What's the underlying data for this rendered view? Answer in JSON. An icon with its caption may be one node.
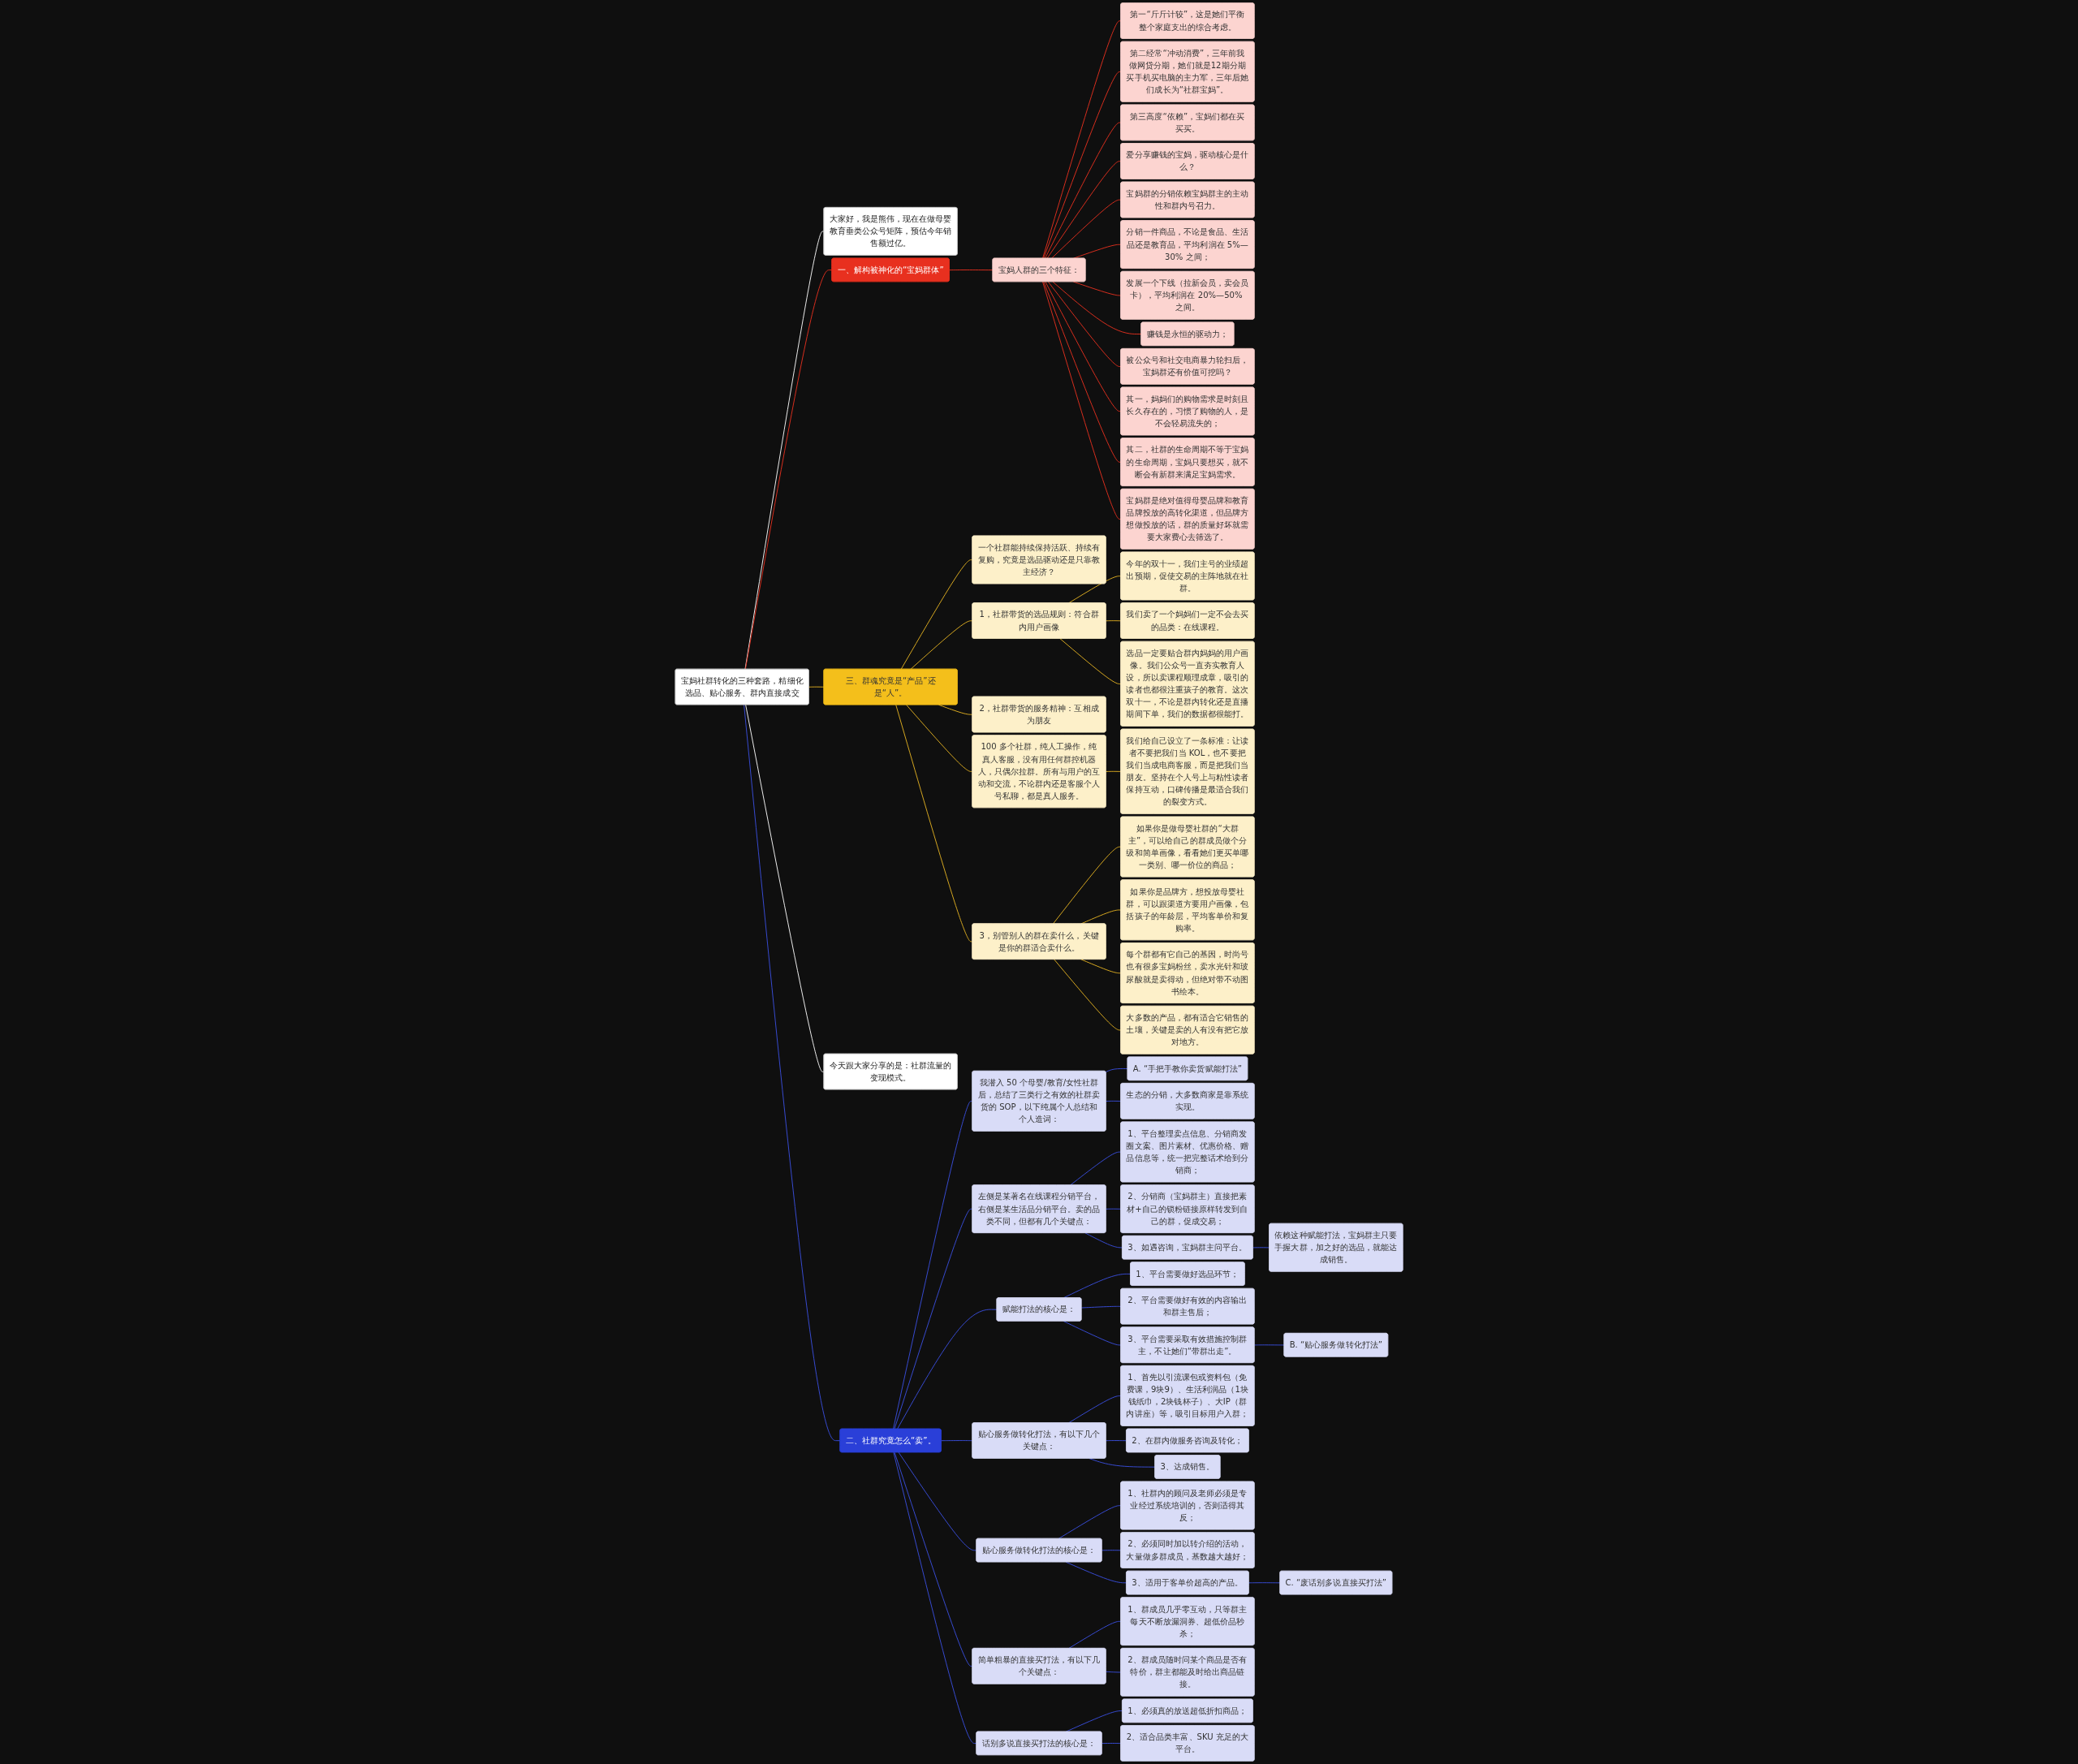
{
  "diagram": {
    "nodes": [
      {
        "text": [
          "宝妈社群转化的三种套路，精细化选品、贴心服务、群内直接成交"
        ]
      },
      {
        "text": [
          "大家好，我是熊伟，现在在做母婴教育垂类公众号矩阵，预估今年销售额过亿。"
        ]
      },
      {
        "text": [
          "一、解构被神化的“宝妈群体”"
        ]
      },
      {
        "text": [
          "宝妈人群的三个特征："
        ]
      },
      {
        "text": [
          "第一“斤斤计较”，这是她们平衡整个家庭支出的综合考虑。"
        ]
      },
      {
        "text": [
          "第二经常“冲动消费”，三年前我做网贷分期，她们就是12期分期买手机买电脑的主力军，三年后她们成长为“社群宝妈”。"
        ]
      },
      {
        "text": [
          "第三高度“依赖”，宝妈们都在买买买。"
        ]
      },
      {
        "text": [
          "爱分享赚钱的宝妈，驱动核心是什么？"
        ]
      },
      {
        "text": [
          "宝妈群的分销依赖宝妈群主的主动性和群内号召力。"
        ]
      },
      {
        "text": [
          "分销一件商品，不论是食品、生活品还是教育品，平均利润在 5%—30% 之间；"
        ]
      },
      {
        "text": [
          "发展一个下线（拉新会员，卖会员卡），平均利润在 20%—50% 之间。"
        ]
      },
      {
        "text": [
          "赚钱是永恒的驱动力；"
        ]
      },
      {
        "text": [
          "被公众号和社交电商暴力轮扫后，宝妈群还有价值可挖吗？"
        ]
      },
      {
        "text": [
          "其一，妈妈们的购物需求是时刻且长久存在的，习惯了购物的人，是不会轻易流失的；"
        ]
      },
      {
        "text": [
          "其二，社群的生命周期不等于宝妈的生命周期，宝妈只要想买，就不断会有新群来满足宝妈需求。"
        ]
      },
      {
        "text": [
          "宝妈群是绝对值得母婴品牌和教育品牌投放的高转化渠道，但品牌方想做投放的话，群的质量好坏就需要大家费心去筛选了。"
        ]
      },
      {
        "text": [
          "三、群魂究竟是“产品”还是“人”。"
        ]
      },
      {
        "text": [
          "一个社群能持续保持活跃、持续有复购，究竟是选品驱动还是只靠教主经济？"
        ]
      },
      {
        "text": [
          "1，社群带货的选品规则：符合群内用户画像"
        ]
      },
      {
        "text": [
          "今年的双十一，我们主号的业绩超出预期，促使交易的主阵地就在社群。"
        ]
      },
      {
        "text": [
          "我们卖了一个妈妈们一定不会去买的品类：在线课程。"
        ]
      },
      {
        "text": [
          "选品一定要贴合群内妈妈的用户画像。我们公众号一直夯实教育人设，所以卖课程顺理成章，吸引的读者也都很注重孩子的教育。这次双十一，不论是群内转化还是直播期间下单，我们的数据都很能打。"
        ]
      },
      {
        "text": [
          "2，社群带货的服务精神：互相成为朋友"
        ]
      },
      {
        "text": [
          "100 多个社群，纯人工操作，纯真人客服，没有用任何群控机器人，只偶尔拉群。所有与用户的互动和交流，不论群内还是客服个人号私聊，都是真人服务。"
        ]
      },
      {
        "text": [
          "我们给自己设立了一条标准：让读者不要把我们当 KOL，也不要把我们当成电商客服，而是把我们当朋友。坚持在个人号上与粘性读者保持互动，口碑传播是最适合我们的裂变方式。"
        ]
      },
      {
        "text": [
          "3，别管别人的群在卖什么，关键是你的群适合卖什么。"
        ]
      },
      {
        "text": [
          "如果你是做母婴社群的“大群主”，可以给自己的群成员做个分级和简单画像，看看她们更买单哪一类别、哪一价位的商品；"
        ]
      },
      {
        "text": [
          "如果你是品牌方，想投放母婴社群，可以跟渠道方要用户画像，包括孩子的年龄层，平均客单价和复购率。"
        ]
      },
      {
        "text": [
          "每个群都有它自己的基因，时尚号也有很多宝妈粉丝，卖水光针和玻尿酸就是卖得动，但绝对带不动图书绘本。"
        ]
      },
      {
        "text": [
          "大多数的产品，都有适合它销售的土壤，关键是卖的人有没有把它放对地方。"
        ]
      },
      {
        "text": [
          "今天跟大家分享的是：社群流量的变现模式。"
        ]
      },
      {
        "text": [
          "二、社群究竟怎么“卖”。"
        ]
      },
      {
        "text": [
          "我潜入 50 个母婴/教育/女性社群后，总结了三类行之有效的社群卖货的 SOP，以下纯属个人总结和个人造词："
        ]
      },
      {
        "text": [
          "A. “手把手教你卖货赋能打法”"
        ]
      },
      {
        "text": [
          "生态的分销，大多数商家是靠系统实现。"
        ]
      },
      {
        "text": [
          "左侧是某著名在线课程分销平台，右侧是某生活品分销平台。卖的品类不同，但都有几个关键点："
        ]
      },
      {
        "text": [
          "1、平台整理卖点信息、分销商发圈文案、图片素材、优惠价格、赠品信息等，统一把完整话术给到分销商；"
        ]
      },
      {
        "text": [
          "2、分销商（宝妈群主）直接把素材+自己的锁粉链接原样转发到自己的群，促成交易；"
        ]
      },
      {
        "text": [
          "3、如遇咨询，宝妈群主问平台。"
        ]
      },
      {
        "text": [
          "依赖这种赋能打法，宝妈群主只要手握大群，加之好的选品，就能达成销售。"
        ]
      },
      {
        "text": [
          "赋能打法的核心是："
        ]
      },
      {
        "text": [
          "1、平台需要做好选品环节；"
        ]
      },
      {
        "text": [
          "2、平台需要做好有效的内容输出和群主售后；"
        ]
      },
      {
        "text": [
          "3、平台需要采取有效措施控制群主，不让她们“带群出走”。"
        ]
      },
      {
        "text": [
          "B. “贴心服务做转化打法”"
        ]
      },
      {
        "text": [
          "贴心服务做转化打法，有以下几个关键点："
        ]
      },
      {
        "text": [
          "1、首先以引流课包或资料包（免费课，9块9）、生活利润品（1块钱纸巾，2块钱杯子）、大IP（群内讲座）等，吸引目标用户入群；"
        ]
      },
      {
        "text": [
          "2、在群内做服务咨询及转化；"
        ]
      },
      {
        "text": [
          "3、达成销售。"
        ]
      },
      {
        "text": [
          "贴心服务做转化打法的核心是："
        ]
      },
      {
        "text": [
          "1、社群内的顾问及老师必须是专业经过系统培训的，否则适得其反；"
        ]
      },
      {
        "text": [
          "2、必须同时加以转介绍的活动，大量做多群成员，基数越大越好；"
        ]
      },
      {
        "text": [
          "3、适用于客单价超高的产品。"
        ]
      },
      {
        "text": [
          "C. “废话别多说直接买打法”"
        ]
      },
      {
        "text": [
          "简单粗暴的直接买打法，有以下几个关键点："
        ]
      },
      {
        "text": [
          "1、群成员几乎零互动，只等群主每天不断放漏洞券、超低价品秒杀；"
        ]
      },
      {
        "text": [
          "2、群成员随时问某个商品是否有特价，群主都能及时给出商品链接。"
        ]
      },
      {
        "text": [
          "话别多说直接买打法的核心是："
        ]
      },
      {
        "text": [
          "1、必须真的放送超低折扣商品；"
        ]
      },
      {
        "text": [
          "2、适合品类丰富、SKU 充足的大平台。"
        ]
      }
    ],
    "edges": [
      {
        "from": 0,
        "to": 1,
        "arrow": "none",
        "color": "#ffffff"
      },
      {
        "from": 0,
        "to": 2,
        "arrow": "none",
        "color": "#e8301f"
      },
      {
        "from": 2,
        "to": 3,
        "arrow": "none",
        "color": "#e8301f"
      },
      {
        "from": 3,
        "to": 4,
        "arrow": "none",
        "color": "#e8301f"
      },
      {
        "from": 3,
        "to": 5,
        "arrow": "none",
        "color": "#e8301f"
      },
      {
        "from": 3,
        "to": 6,
        "arrow": "none",
        "color": "#e8301f"
      },
      {
        "from": 3,
        "to": 7,
        "arrow": "none",
        "color": "#e8301f"
      },
      {
        "from": 3,
        "to": 8,
        "arrow": "none",
        "color": "#e8301f"
      },
      {
        "from": 3,
        "to": 9,
        "arrow": "none",
        "color": "#e8301f"
      },
      {
        "from": 3,
        "to": 10,
        "arrow": "none",
        "color": "#e8301f"
      },
      {
        "from": 3,
        "to": 11,
        "arrow": "none",
        "color": "#e8301f"
      },
      {
        "from": 3,
        "to": 12,
        "arrow": "none",
        "color": "#e8301f"
      },
      {
        "from": 3,
        "to": 13,
        "arrow": "none",
        "color": "#e8301f"
      },
      {
        "from": 3,
        "to": 14,
        "arrow": "none",
        "color": "#e8301f"
      },
      {
        "from": 3,
        "to": 15,
        "arrow": "none",
        "color": "#e8301f"
      },
      {
        "from": 0,
        "to": 16,
        "arrow": "none",
        "color": "#e6b422"
      },
      {
        "from": 16,
        "to": 17,
        "arrow": "none",
        "color": "#e6b422"
      },
      {
        "from": 16,
        "to": 18,
        "arrow": "none",
        "color": "#e6b422"
      },
      {
        "from": 18,
        "to": 19,
        "arrow": "none",
        "color": "#e6b422"
      },
      {
        "from": 18,
        "to": 20,
        "arrow": "none",
        "color": "#e6b422"
      },
      {
        "from": 18,
        "to": 21,
        "arrow": "none",
        "color": "#e6b422"
      },
      {
        "from": 16,
        "to": 22,
        "arrow": "none",
        "color": "#e6b422"
      },
      {
        "from": 16,
        "to": 23,
        "arrow": "none",
        "color": "#e6b422"
      },
      {
        "from": 23,
        "to": 24,
        "arrow": "none",
        "color": "#e6b422"
      },
      {
        "from": 16,
        "to": 25,
        "arrow": "none",
        "color": "#e6b422"
      },
      {
        "from": 25,
        "to": 26,
        "arrow": "none",
        "color": "#e6b422"
      },
      {
        "from": 25,
        "to": 27,
        "arrow": "none",
        "color": "#e6b422"
      },
      {
        "from": 25,
        "to": 28,
        "arrow": "none",
        "color": "#e6b422"
      },
      {
        "from": 25,
        "to": 29,
        "arrow": "none",
        "color": "#e6b422"
      },
      {
        "from": 0,
        "to": 30,
        "arrow": "none",
        "color": "#ffffff"
      },
      {
        "from": 0,
        "to": 31,
        "arrow": "none"
      },
      {
        "from": 31,
        "to": 32,
        "arrow": "none"
      },
      {
        "from": 32,
        "to": 33,
        "arrow": "none"
      },
      {
        "from": 32,
        "to": 34,
        "arrow": "none"
      },
      {
        "from": 31,
        "to": 35,
        "arrow": "none"
      },
      {
        "from": 35,
        "to": 36,
        "arrow": "none"
      },
      {
        "from": 35,
        "to": 37,
        "arrow": "none"
      },
      {
        "from": 35,
        "to": 38,
        "arrow": "none"
      },
      {
        "from": 38,
        "to": 39,
        "arrow": "none"
      },
      {
        "from": 31,
        "to": 40,
        "arrow": "none"
      },
      {
        "from": 40,
        "to": 41,
        "arrow": "none"
      },
      {
        "from": 40,
        "to": 42,
        "arrow": "none"
      },
      {
        "from": 40,
        "to": 43,
        "arrow": "none"
      },
      {
        "from": 43,
        "to": 44,
        "arrow": "none"
      },
      {
        "from": 31,
        "to": 45,
        "arrow": "none"
      },
      {
        "from": 45,
        "to": 46,
        "arrow": "none"
      },
      {
        "from": 45,
        "to": 47,
        "arrow": "none"
      },
      {
        "from": 45,
        "to": 48,
        "arrow": "none"
      },
      {
        "from": 31,
        "to": 49,
        "arrow": "none"
      },
      {
        "from": 49,
        "to": 50,
        "arrow": "none"
      },
      {
        "from": 49,
        "to": 51,
        "arrow": "none"
      },
      {
        "from": 49,
        "to": 52,
        "arrow": "none"
      },
      {
        "from": 52,
        "to": 53,
        "arrow": "none"
      },
      {
        "from": 31,
        "to": 54,
        "arrow": "none"
      },
      {
        "from": 54,
        "to": 55,
        "arrow": "none"
      },
      {
        "from": 54,
        "to": 56,
        "arrow": "none"
      },
      {
        "from": 31,
        "to": 57,
        "arrow": "none"
      },
      {
        "from": 57,
        "to": 58,
        "arrow": "none"
      },
      {
        "from": 57,
        "to": 59,
        "arrow": "none"
      }
    ]
  }
}
